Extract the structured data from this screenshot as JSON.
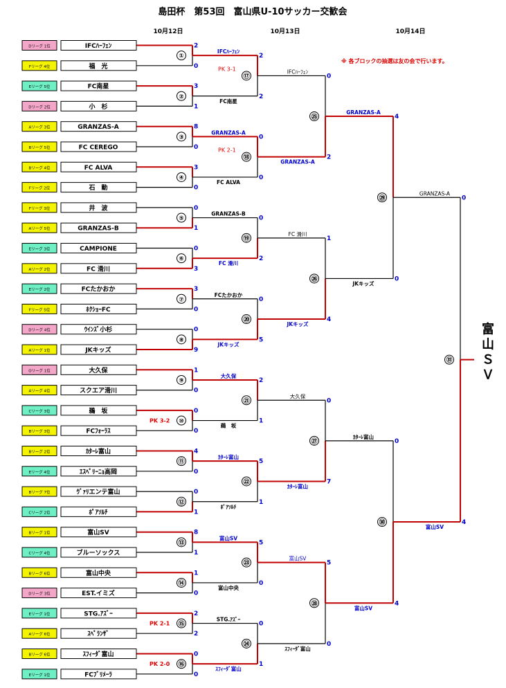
{
  "title": "島田杯　第53回　富山県U-10サッカー交歓会",
  "dates": [
    "10月12日",
    "10月13日",
    "10月14日"
  ],
  "notice": "※ 各ブロックの抽選は友の会で行います。",
  "champion": "富山ＳＶ",
  "colors": {
    "win_line": "#c00000",
    "line": "#000000",
    "blue_text": "#0000cc",
    "red_text": "#e00000",
    "league": {
      "D": "#f4a6c8",
      "F": "#f4f400",
      "E": "#6ef0c4",
      "A": "#f4f400",
      "B": "#f4f400",
      "C": "#6ef0c4",
      "O": "#f4a6c8"
    }
  },
  "teams": [
    {
      "league": "D",
      "tag": "Dリーグ 1位",
      "name": "IFCﾊｰﾌｪﾝ"
    },
    {
      "league": "F",
      "tag": "Fリーグ 4位",
      "name": "福　光"
    },
    {
      "league": "E",
      "tag": "Eリーグ 5位",
      "name": "FC南星"
    },
    {
      "league": "D",
      "tag": "Dリーグ 2位",
      "name": "小　杉"
    },
    {
      "league": "A",
      "tag": "Aリーグ 3位",
      "name": "GRANZAS-A"
    },
    {
      "league": "B",
      "tag": "Bリーグ 5位",
      "name": "FC CEREGO"
    },
    {
      "league": "B",
      "tag": "Bリーグ 4位",
      "name": "FC ALVA"
    },
    {
      "league": "F",
      "tag": "Fリーグ 2位",
      "name": "石　動"
    },
    {
      "league": "F",
      "tag": "Fリーグ 3位",
      "name": "井　波"
    },
    {
      "league": "A",
      "tag": "Aリーグ 5位",
      "name": "GRANZAS-B"
    },
    {
      "league": "E",
      "tag": "Eリーグ 3位",
      "name": "CAMPIONE"
    },
    {
      "league": "A",
      "tag": "Aリーグ 2位",
      "name": "FC 滑川"
    },
    {
      "league": "E",
      "tag": "Eリーグ 2位",
      "name": "FCたかおか"
    },
    {
      "league": "F",
      "tag": "Fリーグ 5位",
      "name": "ﾎｸｼｮｰFC"
    },
    {
      "league": "D",
      "tag": "Dリーグ 4位",
      "name": "ｳｲﾝｽﾞ小杉"
    },
    {
      "league": "A",
      "tag": "Aリーグ 1位",
      "name": "JKキッズ"
    },
    {
      "league": "O",
      "tag": "Oリーグ 1位",
      "name": "大久保"
    },
    {
      "league": "A",
      "tag": "Aリーグ 4位",
      "name": "スクエア滑川"
    },
    {
      "league": "C",
      "tag": "Cリーグ 3位",
      "name": "鵜　坂"
    },
    {
      "league": "B",
      "tag": "Bリーグ 3位",
      "name": "FCﾌｫｰﾗｽ"
    },
    {
      "league": "B",
      "tag": "Bリーグ 2位",
      "name": "ｶﾀｰﾚ富山"
    },
    {
      "league": "E",
      "tag": "Eリーグ 4位",
      "name": "ｴｽﾍﾟﾘｰﾆｮ高岡"
    },
    {
      "league": "B",
      "tag": "Bリーグ 7位",
      "name": "ｳﾞｧﾘエンテ富山"
    },
    {
      "league": "C",
      "tag": "Cリーグ 2位",
      "name": "ﾎﾟｱｿﾙﾁ"
    },
    {
      "league": "B",
      "tag": "Bリーグ 1位",
      "name": "富山SV"
    },
    {
      "league": "C",
      "tag": "Cリーグ 4位",
      "name": "ブルーソックス"
    },
    {
      "league": "B",
      "tag": "Bリーグ 6位",
      "name": "富山中央"
    },
    {
      "league": "D",
      "tag": "Dリーグ 3位",
      "name": "EST.イミズ"
    },
    {
      "league": "E",
      "tag": "Eリーグ 1位",
      "name": "STG.ｱｽﾞｰ"
    },
    {
      "league": "A",
      "tag": "Aリーグ 6位",
      "name": "ｽﾍﾟﾗﾝｻﾞ"
    },
    {
      "league": "B",
      "tag": "Bリーグ 6位",
      "name": "ｽﾌｨｰﾀﾞ富山"
    },
    {
      "league": "E",
      "tag": "Eリーグ 1位",
      "name": "FCﾌﾞﾘﾒｰﾗ"
    }
  ],
  "round1": [
    {
      "no": "①",
      "scores": [
        "2",
        "0"
      ],
      "win": 0,
      "pk": ""
    },
    {
      "no": "②",
      "scores": [
        "3",
        "1"
      ],
      "win": 0,
      "pk": ""
    },
    {
      "no": "③",
      "scores": [
        "8",
        "0"
      ],
      "win": 0,
      "pk": ""
    },
    {
      "no": "④",
      "scores": [
        "3",
        "0"
      ],
      "win": 0,
      "pk": ""
    },
    {
      "no": "⑤",
      "scores": [
        "0",
        "1"
      ],
      "win": 1,
      "pk": ""
    },
    {
      "no": "⑥",
      "scores": [
        "0",
        "3"
      ],
      "win": 1,
      "pk": ""
    },
    {
      "no": "⑦",
      "scores": [
        "3",
        "0"
      ],
      "win": 0,
      "pk": ""
    },
    {
      "no": "⑧",
      "scores": [
        "0",
        "9"
      ],
      "win": 1,
      "pk": ""
    },
    {
      "no": "⑨",
      "scores": [
        "1",
        "0"
      ],
      "win": 0,
      "pk": ""
    },
    {
      "no": "⑩",
      "scores": [
        "0",
        "0"
      ],
      "win": 0,
      "pk": "PK 3-2"
    },
    {
      "no": "⑪",
      "scores": [
        "4",
        "0"
      ],
      "win": 0,
      "pk": ""
    },
    {
      "no": "⑫",
      "scores": [
        "0",
        "1"
      ],
      "win": 1,
      "pk": ""
    },
    {
      "no": "⑬",
      "scores": [
        "8",
        "1"
      ],
      "win": 0,
      "pk": ""
    },
    {
      "no": "⑭",
      "scores": [
        "1",
        "0"
      ],
      "win": 0,
      "pk": ""
    },
    {
      "no": "⑮",
      "scores": [
        "2",
        "2"
      ],
      "win": 0,
      "pk": "PK 2-1"
    },
    {
      "no": "⑯",
      "scores": [
        "0",
        "0"
      ],
      "win": 0,
      "pk": "PK 2-0"
    }
  ],
  "round2": [
    {
      "no": "⑰",
      "names": [
        "IFCﾊｰﾌｪﾝ",
        "FC南星"
      ],
      "scores": [
        "2",
        "2"
      ],
      "win": 0,
      "pk": "PK 3-1"
    },
    {
      "no": "⑱",
      "names": [
        "GRANZAS-A",
        "FC ALVA"
      ],
      "scores": [
        "0",
        "0"
      ],
      "win": 0,
      "pk": "PK 2-1"
    },
    {
      "no": "⑲",
      "names": [
        "GRANZAS-B",
        "FC 滑川"
      ],
      "scores": [
        "0",
        "2"
      ],
      "win": 1,
      "pk": ""
    },
    {
      "no": "⑳",
      "names": [
        "FCたかおか",
        "JKキッズ"
      ],
      "scores": [
        "0",
        "5"
      ],
      "win": 1,
      "pk": ""
    },
    {
      "no": "㉑",
      "names": [
        "大久保",
        "鵜　坂"
      ],
      "scores": [
        "2",
        "1"
      ],
      "win": 0,
      "pk": ""
    },
    {
      "no": "㉒",
      "names": [
        "ｶﾀｰﾚ富山",
        "ﾎﾟｱｿﾙﾁ"
      ],
      "scores": [
        "5",
        "1"
      ],
      "win": 0,
      "pk": ""
    },
    {
      "no": "㉓",
      "names": [
        "富山SV",
        "富山中央"
      ],
      "scores": [
        "5",
        "0"
      ],
      "win": 0,
      "pk": ""
    },
    {
      "no": "㉔",
      "names": [
        "STG.ｱｽﾞｰ",
        "ｽﾌｨｰﾀﾞ富山"
      ],
      "scores": [
        "0",
        "1"
      ],
      "win": 1,
      "pk": ""
    }
  ],
  "round3": [
    {
      "no": "㉕",
      "names": [
        "IFCﾊｰﾌｪﾝ",
        "GRANZAS-A"
      ],
      "scores": [
        "0",
        "2"
      ],
      "win": 1
    },
    {
      "no": "㉖",
      "names": [
        "FC 滑川",
        "JKキッズ"
      ],
      "scores": [
        "1",
        "4"
      ],
      "win": 1
    },
    {
      "no": "㉗",
      "names": [
        "大久保",
        "ｶﾀｰﾚ富山"
      ],
      "scores": [
        "0",
        "7"
      ],
      "win": 1
    },
    {
      "no": "㉘",
      "names": [
        "富山SV",
        "ｽﾌｨｰﾀﾞ富山"
      ],
      "scores": [
        "5",
        "0"
      ],
      "win": 0
    }
  ],
  "round4": [
    {
      "no": "㉙",
      "names": [
        "GRANZAS-A",
        "JKキッズ"
      ],
      "scores": [
        "4",
        "0"
      ],
      "win": 0
    },
    {
      "no": "㉚",
      "names": [
        "ｶﾀｰﾚ富山",
        "富山SV"
      ],
      "scores": [
        "0",
        "4"
      ],
      "win": 1
    }
  ],
  "final": {
    "no": "㉛",
    "names": [
      "GRANZAS-A",
      "富山SV"
    ],
    "scores": [
      "0",
      "4"
    ],
    "win": 1
  }
}
